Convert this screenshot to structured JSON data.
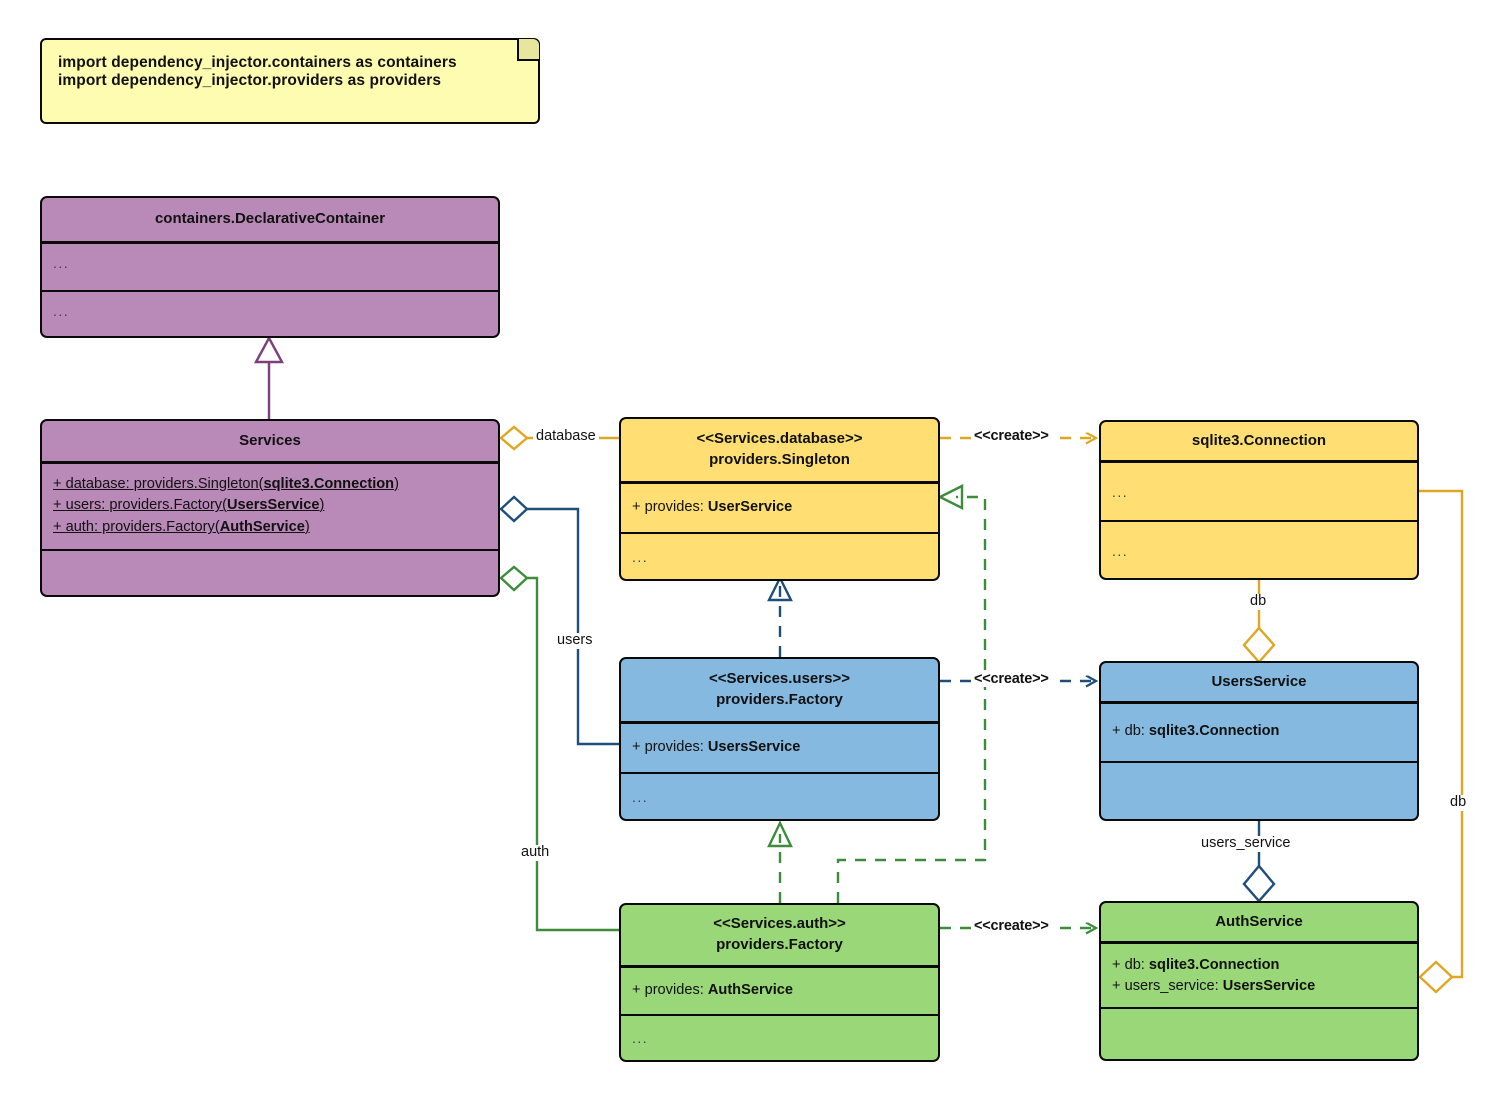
{
  "diagram": {
    "title": "dependency_injector UML class diagram",
    "type": "uml-class-diagram",
    "colors": {
      "note_fill": "#fdfcb0",
      "container_fill": "#b98ab8",
      "database_fill": "#ffdf73",
      "users_fill": "#85b9e0",
      "auth_fill": "#9ad779",
      "border": "#0a0a0a",
      "edge_purple": "#7b3f7b",
      "edge_orange": "#dda723",
      "edge_blue": "#1f4e79",
      "edge_green": "#3c8c3c"
    }
  },
  "note": {
    "line1": "import dependency_injector.containers as containers",
    "line2": "import dependency_injector.providers as providers"
  },
  "classes": {
    "declarative_container": {
      "name": "containers.DeclarativeContainer",
      "attributes": "...",
      "operations": "..."
    },
    "services": {
      "name": "Services",
      "attributes": [
        {
          "vis": "+ ",
          "name": "database: providers.Singleton(",
          "type": "sqlite3.Connection",
          "tail": ")"
        },
        {
          "vis": "+ ",
          "name": "users: providers.Factory(",
          "type": "UsersService",
          "tail": ")"
        },
        {
          "vis": "+ ",
          "name": "auth: providers.Factory(",
          "type": "AuthService",
          "tail": ")"
        }
      ],
      "operations": ""
    },
    "services_database": {
      "stereotype": "<<Services.database>>",
      "name": "providers.Singleton",
      "attribute_prefix": "+ provides: ",
      "attribute_type": "UserService",
      "operations": "..."
    },
    "services_users": {
      "stereotype": "<<Services.users>>",
      "name": "providers.Factory",
      "attribute_prefix": "+ provides: ",
      "attribute_type": "UsersService",
      "operations": "..."
    },
    "services_auth": {
      "stereotype": "<<Services.auth>>",
      "name": "providers.Factory",
      "attribute_prefix": "+ provides: ",
      "attribute_type": "AuthService",
      "operations": "..."
    },
    "sqlite3_connection": {
      "name": "sqlite3.Connection",
      "attributes": "...",
      "operations": "..."
    },
    "users_service": {
      "name": "UsersService",
      "attributes": [
        {
          "prefix": "+ db: ",
          "type": "sqlite3.Connection"
        }
      ],
      "operations": ""
    },
    "auth_service": {
      "name": "AuthService",
      "attributes": [
        {
          "prefix": "+ db: ",
          "type": "sqlite3.Connection"
        },
        {
          "prefix": "+ users_service: ",
          "type": "UsersService"
        }
      ],
      "operations": ""
    }
  },
  "edges": {
    "generalization": {
      "from": "Services",
      "to": "containers.DeclarativeContainer",
      "label": ""
    },
    "aggregation_database": {
      "label": "database"
    },
    "aggregation_users": {
      "label": "users"
    },
    "aggregation_auth": {
      "label": "auth"
    },
    "create_database": {
      "label": "<<create>>"
    },
    "create_users": {
      "label": "<<create>>"
    },
    "create_auth": {
      "label": "<<create>>"
    },
    "aggregation_db_users": {
      "label": "db"
    },
    "aggregation_db_auth": {
      "label": "db"
    },
    "aggregation_users_service": {
      "label": "users_service"
    }
  }
}
